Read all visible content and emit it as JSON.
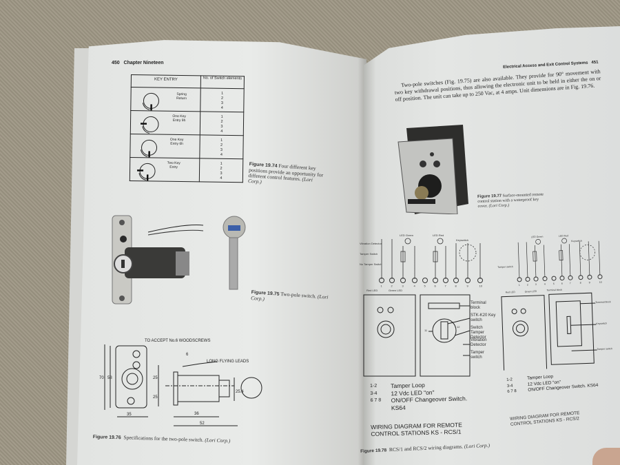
{
  "left_page": {
    "page_number": "450",
    "running_head": "Chapter Nineteen",
    "key_table": {
      "headers": [
        "KEY ENTRY",
        "No. of Switch elements"
      ],
      "rows": [
        {
          "label": "Spring Return",
          "elements": [
            "1",
            "2",
            "3",
            "4"
          ]
        },
        {
          "label": "One Key Entry 9h",
          "elements": [
            "1",
            "2",
            "3",
            "4"
          ]
        },
        {
          "label": "One Key Entry 6h",
          "elements": [
            "1",
            "2",
            "3",
            "4"
          ]
        },
        {
          "label": "Two Key Entry",
          "elements": [
            "1",
            "2",
            "3",
            "4"
          ]
        }
      ]
    },
    "fig74": {
      "num": "Figure 19.74",
      "text": "Four different key positions provide an opportunity for different control features.",
      "credit": "(Lori Corp.)"
    },
    "fig75": {
      "num": "Figure 19.75",
      "text": "Two-pole switch.",
      "credit": "(Lori Corp.)"
    },
    "fig76": {
      "num": "Figure 19.76",
      "text": "Specifications for the two-pole switch.",
      "credit": "(Lori Corp.)",
      "labels": {
        "screws": "TO ACCEPT No.6 WOODSCREWS",
        "leads": "LONG FLYING LEADS",
        "d70": "70",
        "d58": "58",
        "d25a": "25",
        "d25b": "25",
        "d35": "35",
        "d36": "36",
        "d52": "52",
        "d254": "25.4",
        "d6": "6"
      }
    }
  },
  "right_page": {
    "page_number": "451",
    "running_head": "Electrical Access and Exit Control Systems",
    "paragraph": "Two-pole switches (Fig. 19.75) are also available. They provide for 90° movement with two key withdrawal positions, thus allowing the electronic unit to be held in either the on or off position. The unit can take up to 250 Vac, at 4 amps. Unit dimensions are in Fig. 19.76.",
    "fig77": {
      "num": "Figure 19.77",
      "text": "Surface-mounted remote control station with a waterproof key cover.",
      "credit": "(Lori Corp.)"
    },
    "wiring_left": {
      "labels": {
        "vib": "Vibration Detector",
        "tamper": "Tamper Switch",
        "notamper": "No Tamper Switch",
        "led_green": "LED Green",
        "led_red": "LED Red",
        "keyswitch": "Keyswitch",
        "red_led": "Red LED",
        "green_led": "Green LED",
        "terminal_block": "Terminal block",
        "stk": "STK-K20 Key switch",
        "n11": "11",
        "n12": "12",
        "switch_tamper": "Switch Tamper Detector",
        "vibration": "Vibration Detector",
        "tamper_switch": "Tamper switch"
      },
      "terminals": [
        "1",
        "2",
        "3",
        "4",
        "5",
        "6",
        "7",
        "8",
        "9",
        "10"
      ],
      "legend": [
        {
          "code": "1-2",
          "desc": "Tamper Loop"
        },
        {
          "code": "3-4",
          "desc": "12 Vdc LED \"on\""
        },
        {
          "code": "6 7 8",
          "desc": "ON/OFF Changeover Switch. KS64"
        }
      ],
      "title": "WIRING DIAGRAM FOR REMOTE CONTROL STATIONS KS - RCS/1"
    },
    "wiring_right": {
      "labels": {
        "tamper": "Tamper switch",
        "led_green": "LED Green",
        "led_red": "LED Red",
        "keyswitch": "Keyswitch",
        "terminal": "Terminal block",
        "red_led": "Red LED",
        "green_led": "Green LED",
        "terminal_block": "Terminal block",
        "keyswitch2": "Keyswitch",
        "tamper_switch": "Tamper switch"
      },
      "terminals": [
        "1",
        "2",
        "3",
        "4",
        "5",
        "6",
        "7",
        "8",
        "9",
        "10"
      ],
      "legend": [
        {
          "code": "1-2",
          "desc": "Tamper Loop"
        },
        {
          "code": "3-4",
          "desc": "12 Vdc LED \"on\""
        },
        {
          "code": "6 7 8",
          "desc": "ON/OFF Changeover Switch. KS64"
        }
      ],
      "title": "WIRING DIAGRAM FOR REMOTE CONTROL STATIONS KS - RCS/2"
    },
    "fig78": {
      "num": "Figure 19.78",
      "text": "RCS/1 and RCS/2 wiring diagrams.",
      "credit": "(Lori Corp.)"
    }
  }
}
